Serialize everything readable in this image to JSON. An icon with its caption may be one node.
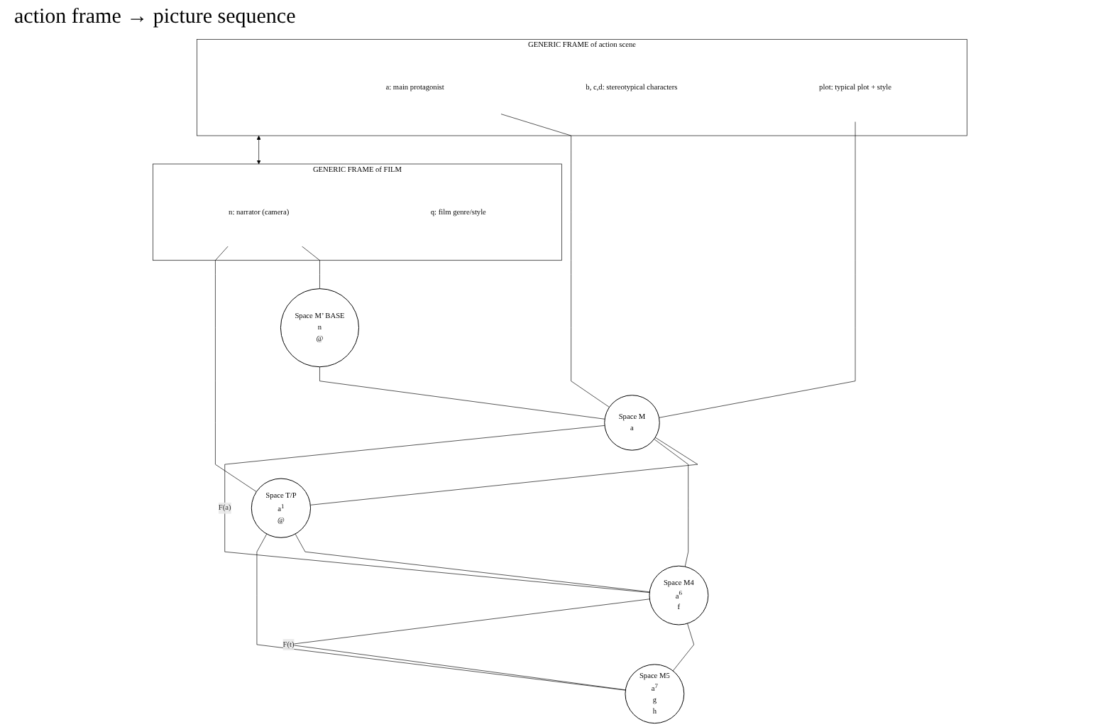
{
  "diagram": {
    "nodes": [
      {
        "text": [
          "GENERIC FRAME of action scene"
        ]
      },
      {
        "text": [
          "a: main protagonist"
        ],
        "in": 0
      },
      {
        "text": [
          "b, c,d: stereotypical characters"
        ],
        "in": 0
      },
      {
        "text": [
          "plot: typical plot + style"
        ],
        "in": 0
      },
      {
        "text": [
          "GENERIC FRAME of FILM"
        ]
      },
      {
        "text": [
          "n: narrator (camera)"
        ],
        "in": 4
      },
      {
        "text": [
          "q: film genre/style"
        ],
        "in": 4
      },
      {
        "text": [
          "Space M’ BASE",
          "n",
          "@"
        ]
      },
      {
        "text": [
          "Space M",
          "a"
        ]
      },
      {
        "text": [
          "Space T/P",
          "a$^{1}$",
          "@"
        ]
      },
      {
        "text": [
          "Space M4",
          "a$^{6}$",
          "f"
        ]
      },
      {
        "text": [
          "Space M5",
          "a$^{7}$",
          "g",
          "h"
        ]
      }
    ],
    "edges": [
      {
        "from": 0,
        "to": 4,
        "arrow": "both"
      },
      {
        "from": 1,
        "to": 8,
        "arrow": "none"
      },
      {
        "from": 3,
        "to": 8,
        "arrow": "none"
      },
      {
        "from": 5,
        "to": 7,
        "arrow": "none"
      },
      {
        "from": 5,
        "to": 9,
        "arrow": "none"
      },
      {
        "from": 7,
        "to": 8,
        "arrow": "none"
      },
      {
        "from": 8,
        "to": 9,
        "arrow": "none"
      },
      {
        "from": 8,
        "to": 10,
        "arrow": "none"
      },
      {
        "from": 8,
        "to": 10,
        "arrow": "none",
        "label": "F(a)"
      },
      {
        "from": 9,
        "to": 10,
        "arrow": "none"
      },
      {
        "from": 9,
        "to": 11,
        "arrow": "none"
      },
      {
        "from": 10,
        "to": 11,
        "arrow": "none"
      },
      {
        "from": 10,
        "to": 11,
        "arrow": "none",
        "label": "F(t)"
      }
    ],
    "labels": [
      "action frame → picture sequence"
    ]
  }
}
